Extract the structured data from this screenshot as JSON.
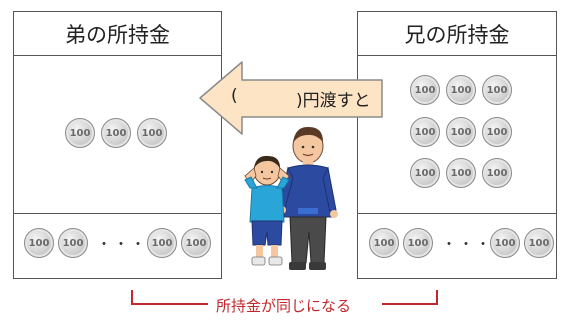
{
  "left_box": {
    "title": "弟の所持金"
  },
  "right_box": {
    "title": "兄の所持金"
  },
  "coin_label": "100",
  "dots": "・・・",
  "arrow": {
    "open_paren": "(",
    "text": ")円渡すと"
  },
  "bracket": {
    "label": "所持金が同じになる"
  },
  "colors": {
    "arrow_fill": "#fde4c4",
    "arrow_stroke": "#8a8a8a",
    "bracket": "#c0282c"
  }
}
